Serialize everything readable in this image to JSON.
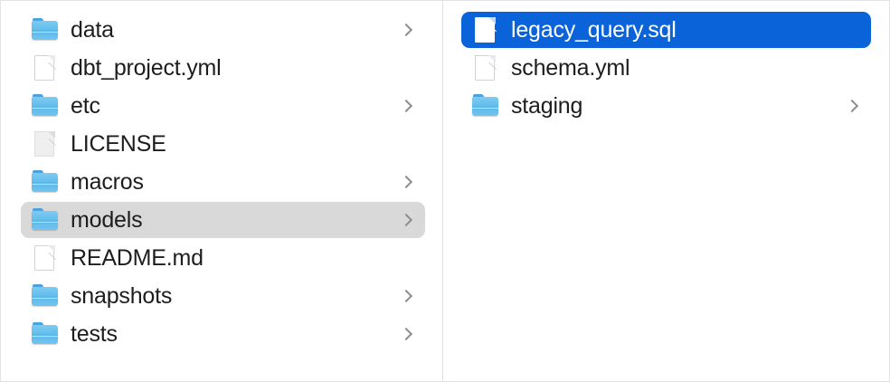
{
  "window": {
    "view_mode": "column",
    "accent_color": "#0a63d8",
    "row_highlight_color": "#d9d9d9",
    "divider_color": "#e0e0e2"
  },
  "columns": [
    {
      "name": "parent-column",
      "items": [
        {
          "label": "data",
          "icon": "folder-icon",
          "kind": "folder",
          "has_chevron": true,
          "state": "normal"
        },
        {
          "label": "dbt_project.yml",
          "icon": "document-icon",
          "kind": "file",
          "has_chevron": false,
          "state": "normal"
        },
        {
          "label": "etc",
          "icon": "folder-icon",
          "kind": "folder",
          "has_chevron": true,
          "state": "normal"
        },
        {
          "label": "LICENSE",
          "icon": "generic-file-icon",
          "kind": "file",
          "has_chevron": false,
          "state": "normal"
        },
        {
          "label": "macros",
          "icon": "folder-icon",
          "kind": "folder",
          "has_chevron": true,
          "state": "normal"
        },
        {
          "label": "models",
          "icon": "folder-icon",
          "kind": "folder",
          "has_chevron": true,
          "state": "selected-inactive"
        },
        {
          "label": "README.md",
          "icon": "document-icon",
          "kind": "file",
          "has_chevron": false,
          "state": "normal"
        },
        {
          "label": "snapshots",
          "icon": "folder-icon",
          "kind": "folder",
          "has_chevron": true,
          "state": "normal"
        },
        {
          "label": "tests",
          "icon": "folder-icon",
          "kind": "folder",
          "has_chevron": true,
          "state": "normal"
        }
      ]
    },
    {
      "name": "child-column",
      "items": [
        {
          "label": "legacy_query.sql",
          "icon": "document-icon",
          "kind": "file",
          "has_chevron": false,
          "state": "selected-active"
        },
        {
          "label": "schema.yml",
          "icon": "document-icon",
          "kind": "file",
          "has_chevron": false,
          "state": "normal"
        },
        {
          "label": "staging",
          "icon": "folder-icon",
          "kind": "folder",
          "has_chevron": true,
          "state": "normal"
        }
      ]
    }
  ]
}
